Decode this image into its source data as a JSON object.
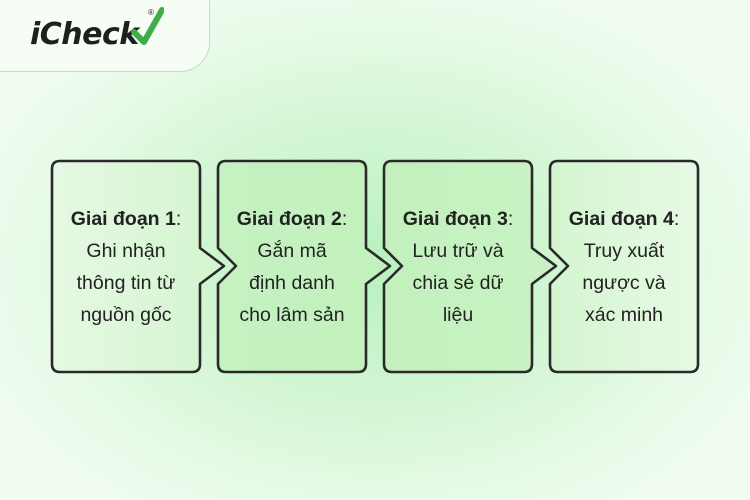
{
  "brand": {
    "name": "iCheck",
    "registered_mark": "®"
  },
  "stages": [
    {
      "title": "Giai đoạn 1",
      "separator": ":",
      "description": "Ghi nhận thông tin từ nguồn gốc",
      "lines": [
        "Ghi nhận",
        "thông tin từ",
        "nguồn gốc"
      ]
    },
    {
      "title": "Giai đoạn 2",
      "separator": ":",
      "description": "Gắn mã định danh cho lâm sản",
      "lines": [
        "Gắn mã",
        "định danh",
        "cho lâm sản"
      ]
    },
    {
      "title": "Giai đoạn 3",
      "separator": ":",
      "description": "Lưu trữ và chia sẻ dữ liệu",
      "lines": [
        "Lưu trữ và",
        "chia sẻ dữ",
        "liệu"
      ]
    },
    {
      "title": "Giai đoạn 4",
      "separator": ":",
      "description": "Truy xuất ngược và xác minh",
      "lines": [
        "Truy xuất",
        "ngược và",
        "xác minh"
      ]
    }
  ],
  "colors": {
    "box_fill_light": "#ecfbea",
    "box_fill_mid": "#c8f3c4",
    "box_stroke": "#2a2a2a",
    "text": "#222222",
    "accent_green": "#3fae49"
  }
}
